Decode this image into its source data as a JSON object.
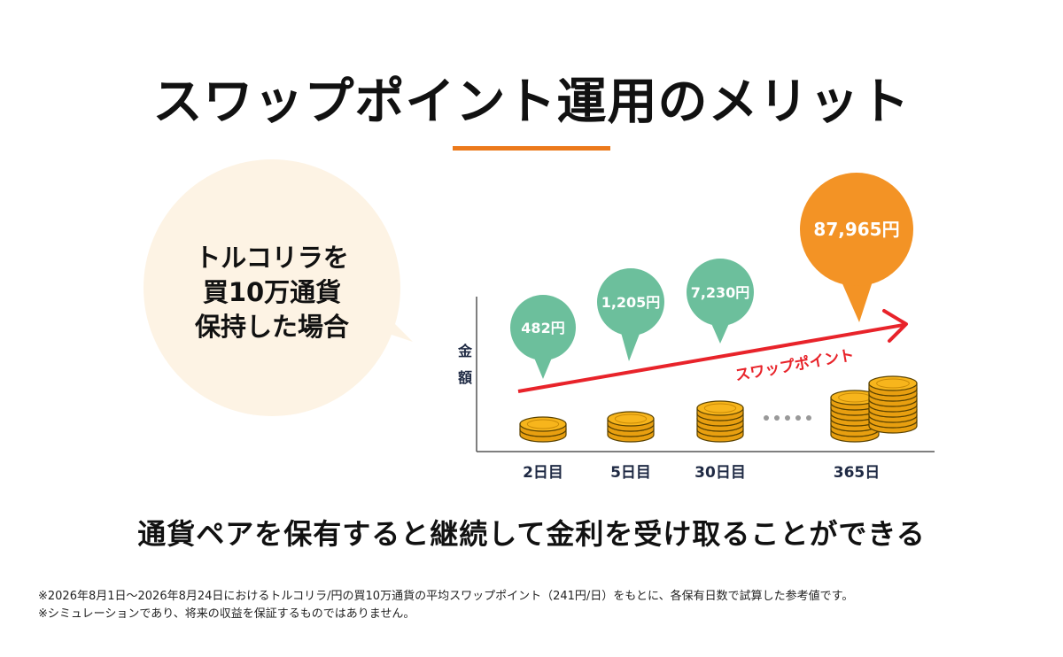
{
  "title": "スワップポイント運用のメリット",
  "condition": {
    "lines": [
      "トルコリラを",
      "買10万通貨",
      "保持した場合"
    ]
  },
  "chart_data": {
    "type": "diagram",
    "ylabel": "金額",
    "arrow_label": "スワップポイント",
    "categories": [
      "2日目",
      "5日目",
      "30日目",
      "365日"
    ],
    "values": [
      482,
      1205,
      7230,
      87965
    ],
    "value_labels": [
      "482円",
      "1,205円",
      "7,230円",
      "87,965円"
    ]
  },
  "tagline": "通貨ペアを保有すると継続して金利を受け取ることができる",
  "notes": [
    "※2026年8月1日〜2026年8月24日におけるトルコリラ/円の買10万通貨の平均スワップポイント（241円/日）をもとに、各保有日数で試算した参考値です。",
    "※シミュレーションであり、将来の収益を保証するものではありません。"
  ],
  "colors": {
    "accent": "#ec7a1c",
    "bubble_bg": "#fdf3e4",
    "teal": "#6cbf9c",
    "orange": "#f39325",
    "arrow": "#e8232a",
    "coin": "#f7b51c",
    "coin_edge": "#5a4200",
    "label_text": "#1f2a44"
  }
}
